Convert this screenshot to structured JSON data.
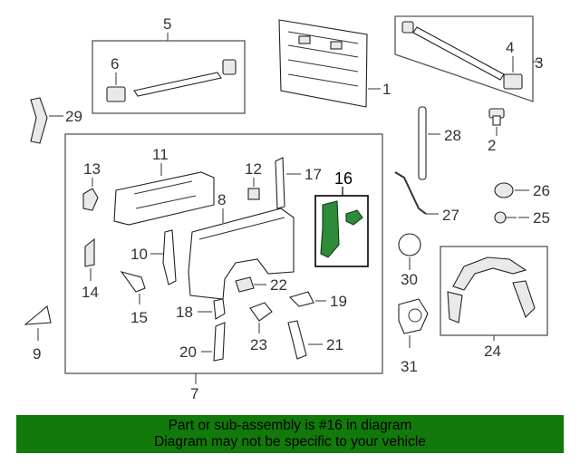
{
  "callouts": {
    "c1": "1",
    "c2": "2",
    "c3": "3",
    "c4": "4",
    "c5": "5",
    "c6": "6",
    "c7": "7",
    "c8": "8",
    "c9": "9",
    "c10": "10",
    "c11": "11",
    "c12": "12",
    "c13": "13",
    "c14": "14",
    "c15": "15",
    "c16": "16",
    "c17": "17",
    "c18": "18",
    "c19": "19",
    "c20": "20",
    "c21": "21",
    "c22": "22",
    "c23": "23",
    "c24": "24",
    "c25": "25",
    "c26": "26",
    "c27": "27",
    "c28": "28",
    "c29": "29",
    "c30": "30",
    "c31": "31"
  },
  "highlight_color": "#2e8b3a",
  "footer": {
    "line1": "Part or sub-assembly is #16 in diagram",
    "line2": "Diagram may not be specific to your vehicle",
    "background": "#117a0b"
  }
}
